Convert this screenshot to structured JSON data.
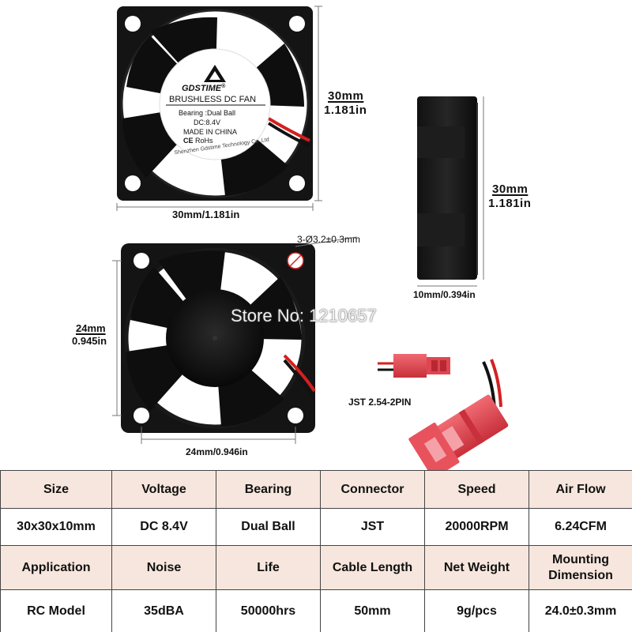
{
  "label": {
    "brand": "GDSTIME",
    "registered": "®",
    "type": "BRUSHLESS DC FAN",
    "bearing": "Bearing :Dual Ball",
    "voltage": "DC:8.4V",
    "origin": "MADE IN CHINA",
    "compliance": "RoHs",
    "manufacturer": "Shenzhen Gdstime Technology Co.,Ltd"
  },
  "dimensions": {
    "front_height_mm": "30mm",
    "front_height_in": "1.181in",
    "front_width": "30mm/1.181in",
    "side_height_mm": "30mm",
    "side_height_in": "1.181in",
    "side_depth": "10mm/0.394in",
    "hole_spec": "3-Ø3.2±0.3mm",
    "mount_height_mm": "24mm",
    "mount_height_in": "0.945in",
    "mount_width": "24mm/0.946in",
    "connector": "JST 2.54-2PIN"
  },
  "watermark": "Store No: 1210657",
  "colors": {
    "header_bg": "#f6e6dd",
    "fan_body": "#141414",
    "connector_red": "#e03a45",
    "wire_red": "#d42020"
  },
  "specs": {
    "headers1": [
      "Size",
      "Voltage",
      "Bearing",
      "Connector",
      "Speed",
      "Air Flow"
    ],
    "values1": [
      "30x30x10mm",
      "DC 8.4V",
      "Dual Ball",
      "JST",
      "20000RPM",
      "6.24CFM"
    ],
    "headers2": [
      "Application",
      "Noise",
      "Life",
      "Cable Length",
      "Net Weight",
      "Mounting Dimension"
    ],
    "values2": [
      "RC Model",
      "35dBA",
      "50000hrs",
      "50mm",
      "9g/pcs",
      "24.0±0.3mm"
    ]
  }
}
